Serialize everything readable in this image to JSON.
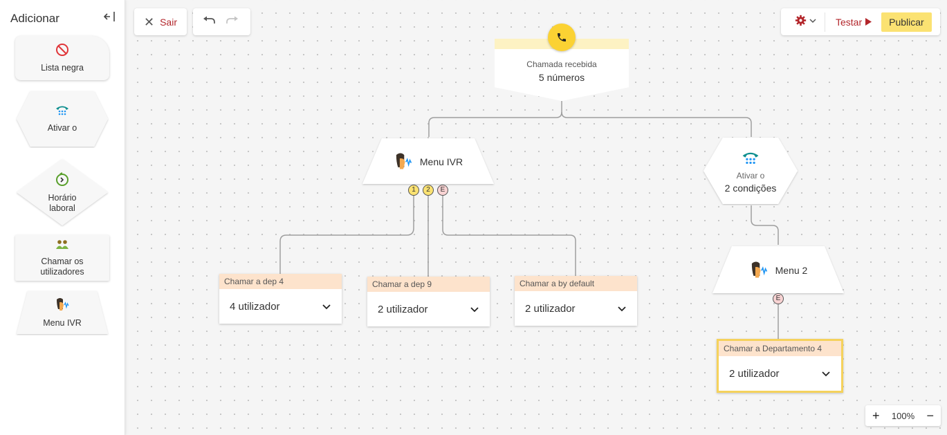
{
  "sidebar": {
    "title": "Adicionar",
    "collapse_icon": "collapse-left-icon",
    "items": [
      {
        "label": "Lista negra",
        "icon": "block-icon"
      },
      {
        "label": "Ativar o",
        "icon": "dialpad-phone-icon"
      },
      {
        "label": "Horário laboral",
        "icon": "clock-icon"
      },
      {
        "label": "Chamar os utilizadores",
        "icon": "users-icon"
      },
      {
        "label": "Menu IVR",
        "icon": "ivr-agent-icon"
      }
    ]
  },
  "toolbar": {
    "exit_label": "Sair",
    "undo_icon": "undo-icon",
    "redo_icon": "redo-icon",
    "test_label": "Testar",
    "publish_label": "Publicar"
  },
  "flow": {
    "call_received": {
      "label": "Chamada recebida",
      "value": "5 números"
    },
    "menu_ivr": {
      "label": "Menu IVR"
    },
    "activate": {
      "label": "Ativar o",
      "value": "2 condições"
    },
    "menu_2": {
      "label": "Menu 2"
    },
    "badges": [
      "1",
      "2",
      "E",
      "E"
    ],
    "cards": [
      {
        "title": "Chamar a dep 4",
        "value": "4 utilizador"
      },
      {
        "title": "Chamar a dep 9",
        "value": "2 utilizador"
      },
      {
        "title": "Chamar a by default",
        "value": "2 utilizador"
      },
      {
        "title": "Chamar a Departamento 4",
        "value": "2 utilizador"
      }
    ]
  },
  "zoom": {
    "level": "100%",
    "plus": "+",
    "minus": "−"
  },
  "colors": {
    "accent_red": "#b3262b",
    "publish_yellow": "#fbe272",
    "call_yellow": "#fbd233",
    "card_header": "#fde3cc",
    "selected_border": "#f5d25c"
  }
}
